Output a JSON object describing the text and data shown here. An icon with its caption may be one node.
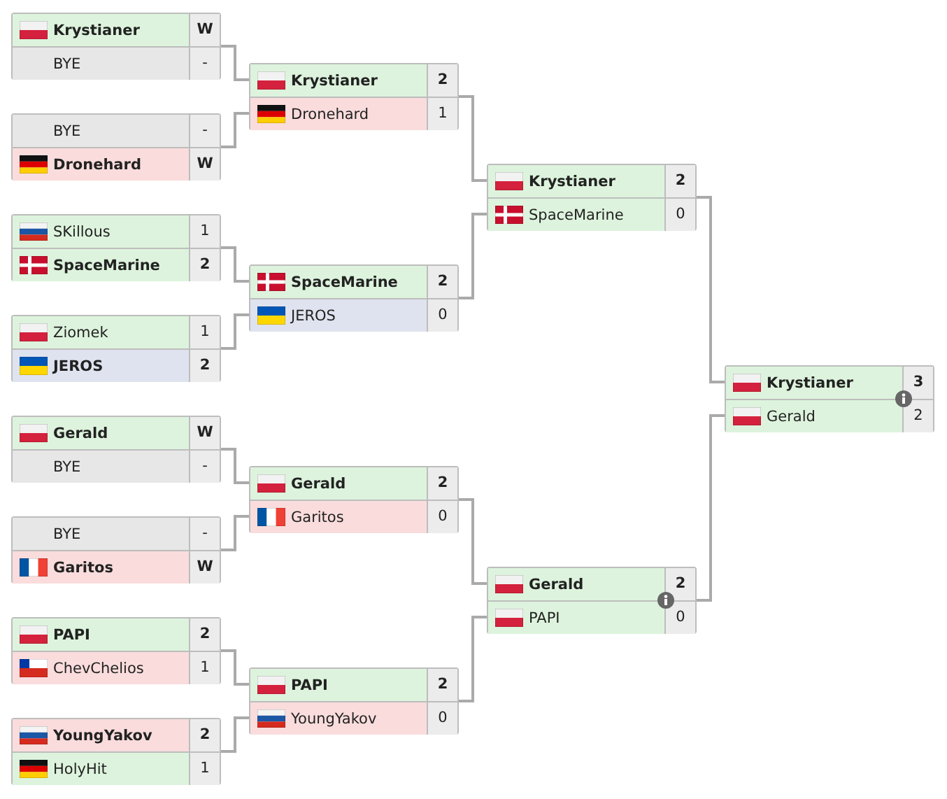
{
  "diagram": {
    "nodes": [
      {
        "text": [],
        "shape": "box"
      },
      {
        "text": [
          "Krystianer",
          "W"
        ],
        "in": 0
      },
      {
        "text": [
          "BYE",
          "-"
        ],
        "in": 0
      },
      {
        "text": [],
        "shape": "box"
      },
      {
        "text": [
          "BYE",
          "-"
        ],
        "in": 3
      },
      {
        "text": [
          "Dronehard",
          "W"
        ],
        "in": 3
      },
      {
        "text": [],
        "shape": "box"
      },
      {
        "text": [
          "SKillous",
          "1"
        ],
        "in": 6
      },
      {
        "text": [
          "SpaceMarine",
          "2"
        ],
        "in": 6
      },
      {
        "text": [],
        "shape": "box"
      },
      {
        "text": [
          "Ziomek",
          "1"
        ],
        "in": 9
      },
      {
        "text": [
          "JEROS",
          "2"
        ],
        "in": 9
      },
      {
        "text": [],
        "shape": "box"
      },
      {
        "text": [
          "Gerald",
          "W"
        ],
        "in": 12
      },
      {
        "text": [
          "BYE",
          "-"
        ],
        "in": 12
      },
      {
        "text": [],
        "shape": "box"
      },
      {
        "text": [
          "BYE",
          "-"
        ],
        "in": 15
      },
      {
        "text": [
          "Garitos",
          "W"
        ],
        "in": 15
      },
      {
        "text": [],
        "shape": "box"
      },
      {
        "text": [
          "PAPI",
          "2"
        ],
        "in": 18
      },
      {
        "text": [
          "ChevChelios",
          "1"
        ],
        "in": 18
      },
      {
        "text": [],
        "shape": "box"
      },
      {
        "text": [
          "YoungYakov",
          "2"
        ],
        "in": 21
      },
      {
        "text": [
          "HolyHit",
          "1"
        ],
        "in": 21
      },
      {
        "text": [],
        "shape": "box"
      },
      {
        "text": [
          "Krystianer",
          "2"
        ],
        "in": 24
      },
      {
        "text": [
          "Dronehard",
          "1"
        ],
        "in": 24
      },
      {
        "text": [],
        "shape": "box"
      },
      {
        "text": [
          "SpaceMarine",
          "2"
        ],
        "in": 27
      },
      {
        "text": [
          "JEROS",
          "0"
        ],
        "in": 27
      },
      {
        "text": [],
        "shape": "box"
      },
      {
        "text": [
          "Gerald",
          "2"
        ],
        "in": 30
      },
      {
        "text": [
          "Garitos",
          "0"
        ],
        "in": 30
      },
      {
        "text": [],
        "shape": "box"
      },
      {
        "text": [
          "PAPI",
          "2"
        ],
        "in": 33
      },
      {
        "text": [
          "YoungYakov",
          "0"
        ],
        "in": 33
      },
      {
        "text": [],
        "shape": "box"
      },
      {
        "text": [
          "Krystianer",
          "2"
        ],
        "in": 36
      },
      {
        "text": [
          "SpaceMarine",
          "0"
        ],
        "in": 36
      },
      {
        "text": [],
        "shape": "box"
      },
      {
        "text": [
          "Gerald",
          "2"
        ],
        "in": 39
      },
      {
        "text": [
          "PAPI",
          "0"
        ],
        "in": 39
      },
      {
        "text": [],
        "shape": "box"
      },
      {
        "text": [
          "Krystianer",
          "3"
        ],
        "in": 42
      },
      {
        "text": [
          "Gerald",
          "2"
        ],
        "in": 42
      }
    ],
    "edges": [
      {
        "from": 0,
        "to": 24,
        "arrow": "none"
      },
      {
        "from": 3,
        "to": 24,
        "arrow": "none"
      },
      {
        "from": 6,
        "to": 27,
        "arrow": "none"
      },
      {
        "from": 9,
        "to": 27,
        "arrow": "none"
      },
      {
        "from": 12,
        "to": 30,
        "arrow": "none"
      },
      {
        "from": 15,
        "to": 30,
        "arrow": "none"
      },
      {
        "from": 18,
        "to": 33,
        "arrow": "none"
      },
      {
        "from": 21,
        "to": 33,
        "arrow": "none"
      },
      {
        "from": 24,
        "to": 36,
        "arrow": "none"
      },
      {
        "from": 27,
        "to": 36,
        "arrow": "none"
      },
      {
        "from": 30,
        "to": 39,
        "arrow": "none"
      },
      {
        "from": 33,
        "to": 39,
        "arrow": "none"
      },
      {
        "from": 36,
        "to": 42,
        "arrow": "none"
      },
      {
        "from": 39,
        "to": 42,
        "arrow": "none"
      }
    ]
  }
}
